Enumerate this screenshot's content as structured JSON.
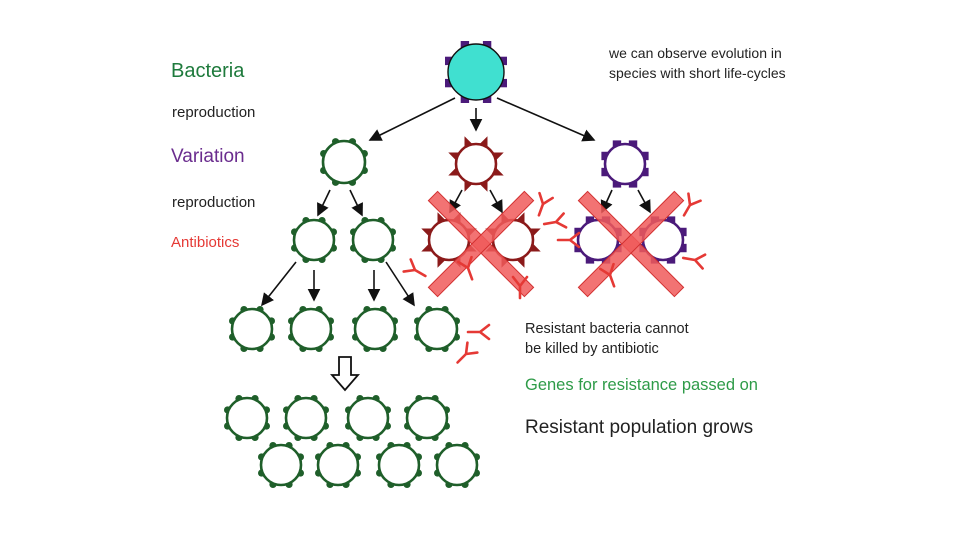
{
  "labels": {
    "title": "Bacteria",
    "step_reproduction_1": "reproduction",
    "variation": "Variation",
    "step_reproduction_2": "reproduction",
    "antibiotics": "Antibiotics",
    "note_line1": "we can observe evolution in",
    "note_line2": "species with short life-cycles",
    "resistant_line1": "Resistant bacteria cannot",
    "resistant_line2": "be killed by antibiotic",
    "genes": "Genes for resistance passed on",
    "population": "Resistant population grows"
  },
  "colors": {
    "ancestor": "#40e0d0",
    "resistant": "#1f5f2a",
    "spiky": "#8b1a1a",
    "square": "#4b1a7a",
    "antibiotic": "#e53935",
    "cross": "#f05a5a"
  }
}
